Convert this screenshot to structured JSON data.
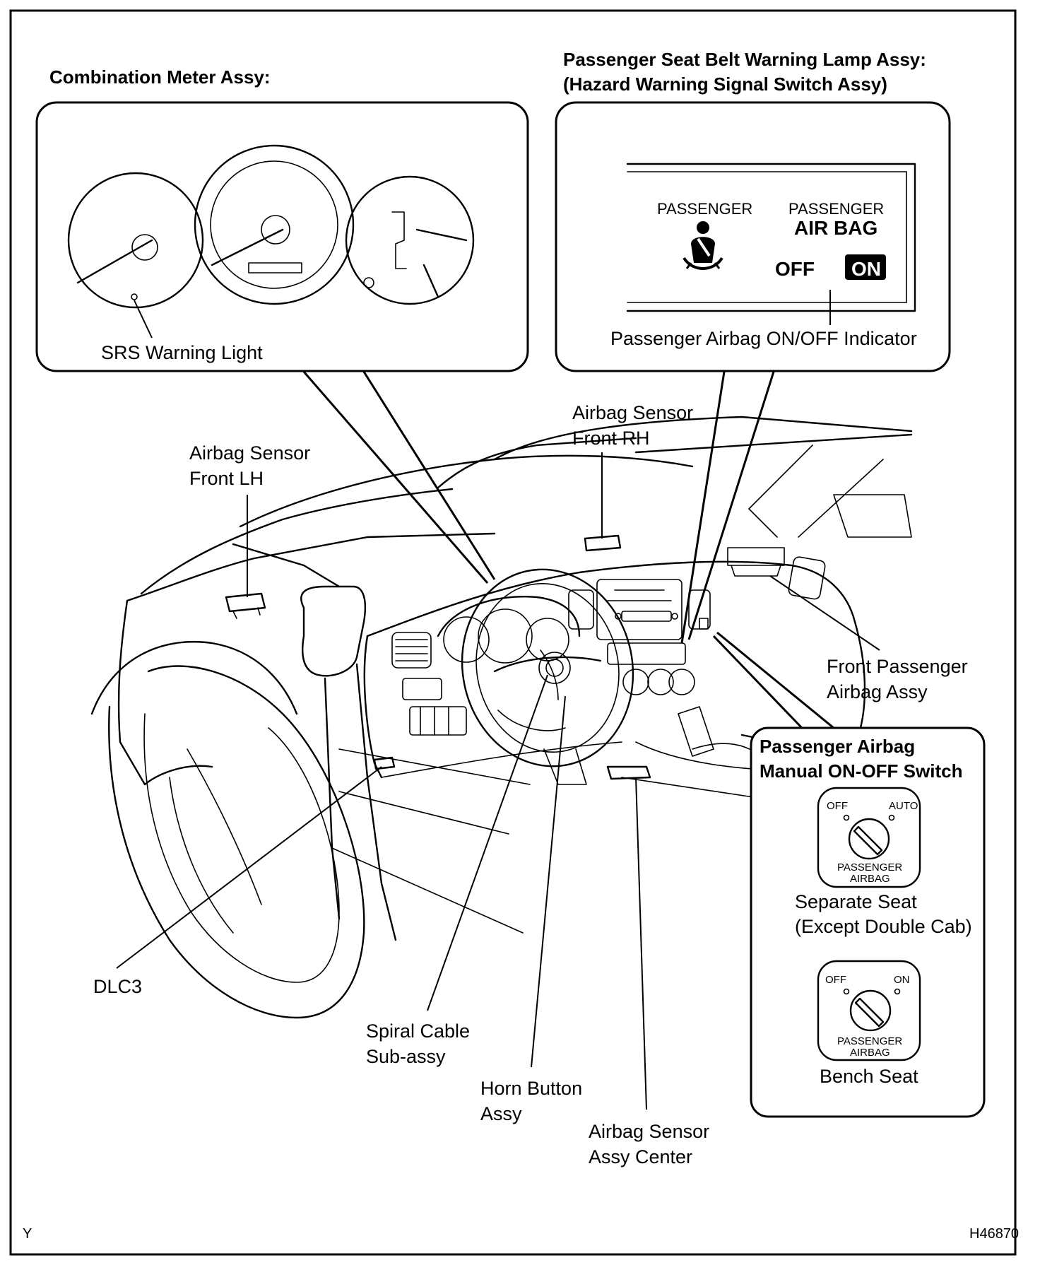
{
  "callouts": {
    "combination_meter": {
      "title": "Combination Meter Assy:",
      "srs_label": "SRS Warning Light"
    },
    "seat_belt_lamp": {
      "title_line1": "Passenger Seat Belt Warning Lamp Assy:",
      "title_line2": "(Hazard Warning Signal Switch Assy)",
      "passenger_text": "PASSENGER",
      "airbag_line1": "PASSENGER",
      "airbag_line2": "AIR BAG",
      "off_text": "OFF",
      "on_text": "ON",
      "indicator_label": "Passenger Airbag ON/OFF Indicator"
    },
    "manual_switch": {
      "title_line1": "Passenger Airbag",
      "title_line2": "Manual  ON-OFF  Switch",
      "separate": {
        "off": "OFF",
        "auto": "AUTO",
        "pass_line1": "PASSENGER",
        "pass_line2": "AIRBAG",
        "label_line1": "Separate Seat",
        "label_line2": "(Except Double Cab)"
      },
      "bench": {
        "off": "OFF",
        "on": "ON",
        "pass_line1": "PASSENGER",
        "pass_line2": "AIRBAG",
        "label": "Bench Seat"
      }
    }
  },
  "labels": {
    "sensor_front_lh": [
      "Airbag Sensor",
      "Front LH"
    ],
    "sensor_front_rh": [
      "Airbag Sensor",
      "Front RH"
    ],
    "front_passenger_airbag": [
      "Front Passenger",
      "Airbag Assy"
    ],
    "dlc3": "DLC3",
    "spiral_cable": [
      "Spiral Cable",
      "Sub-assy"
    ],
    "horn_button": [
      "Horn Button",
      "Assy"
    ],
    "sensor_center": [
      "Airbag Sensor",
      "Assy Center"
    ]
  },
  "corner": {
    "left": "Y",
    "right": "H46870"
  }
}
